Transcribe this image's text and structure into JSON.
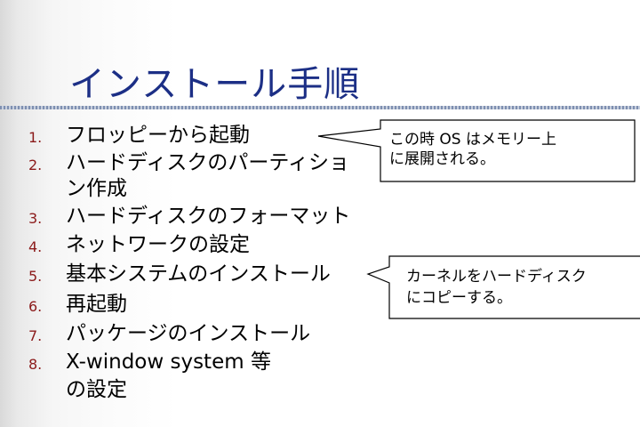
{
  "slide": {
    "title": "インストール手順",
    "steps": [
      {
        "num": "1.",
        "text": "フロッピーから起動",
        "text2": ""
      },
      {
        "num": "2.",
        "text": "ハードディスクのパーティショ",
        "text2": "ン作成"
      },
      {
        "num": "3.",
        "text": "ハードディスクのフォーマット",
        "text2": ""
      },
      {
        "num": "4.",
        "text": "ネットワークの設定",
        "text2": ""
      },
      {
        "num": "5.",
        "text": "基本システムのインストール",
        "text2": ""
      },
      {
        "num": "6.",
        "text": "再起動",
        "text2": ""
      },
      {
        "num": "7.",
        "text": "パッケージのインストール",
        "text2": ""
      },
      {
        "num": "8.",
        "text": "X-window system 等",
        "text2": " の設定"
      }
    ],
    "callouts": [
      {
        "line1": "この時 OS はメモリー上",
        "line2": "に展開される。"
      },
      {
        "line1": "カーネルをハードディスク",
        "line2": "にコピーする。"
      }
    ]
  }
}
